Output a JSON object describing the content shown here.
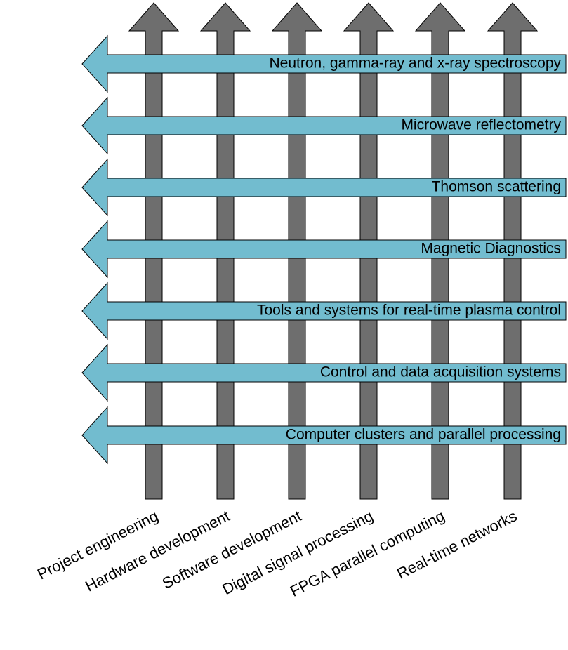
{
  "diagram": {
    "colors": {
      "vertical_arrow_fill": "#6e6e6e",
      "horizontal_arrow_fill": "#72bccf",
      "stroke": "#000000"
    },
    "vertical_arrows": [
      {
        "label": "Project engineering"
      },
      {
        "label": "Hardware development"
      },
      {
        "label": "Software development"
      },
      {
        "label": "Digital signal processing"
      },
      {
        "label": "FPGA parallel computing"
      },
      {
        "label": "Real-time networks"
      }
    ],
    "horizontal_arrows": [
      {
        "label": "Neutron, gamma-ray and x-ray spectroscopy"
      },
      {
        "label": "Microwave reflectometry"
      },
      {
        "label": "Thomson scattering"
      },
      {
        "label": "Magnetic Diagnostics"
      },
      {
        "label": "Tools and systems for real-time plasma control"
      },
      {
        "label": "Control and data acquisition systems"
      },
      {
        "label": "Computer clusters and parallel processing"
      }
    ]
  }
}
